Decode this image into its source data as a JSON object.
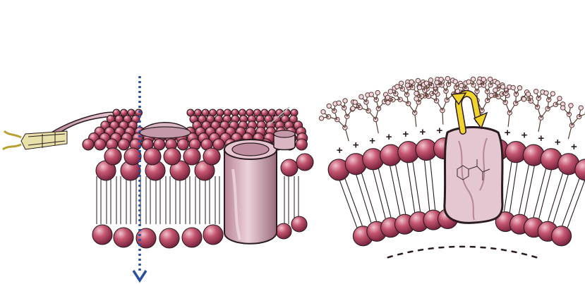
{
  "figure": {
    "panels": [
      {
        "id": "left",
        "subject": "phospholipid bilayer slab with transmembrane protein and cilium-like protrusion",
        "elements": [
          "phospholipid-heads",
          "lipid-tails",
          "transmembrane-channel-protein",
          "surface-dome-protein",
          "protrusion",
          "permeation-arrow"
        ]
      },
      {
        "id": "right",
        "subject": "curved membrane with glycocalyx, surface charges, channel with bound ligand and flipping arrow",
        "elements": [
          "glycocalyx-trees",
          "surface-charges",
          "phospholipid-heads",
          "lipid-tails",
          "channel-protein",
          "bound-molecule",
          "rotation-arrow",
          "inner-surface-dashes"
        ]
      }
    ],
    "charge_symbol": "+",
    "colors": {
      "lipid_head": "#c4556f",
      "lipid_head_light": "#e6a4b6",
      "lipid_head_dark": "#7a2440",
      "protein": "#d9b6c2",
      "protein_dark": "#9a6b7c",
      "glycan_node": "#f3d6df",
      "glycan_line": "#5a3d32",
      "arrow_blue": "#2a4f9c",
      "arrow_yellow": "#f1d32e",
      "outline": "#2a1b20"
    }
  }
}
